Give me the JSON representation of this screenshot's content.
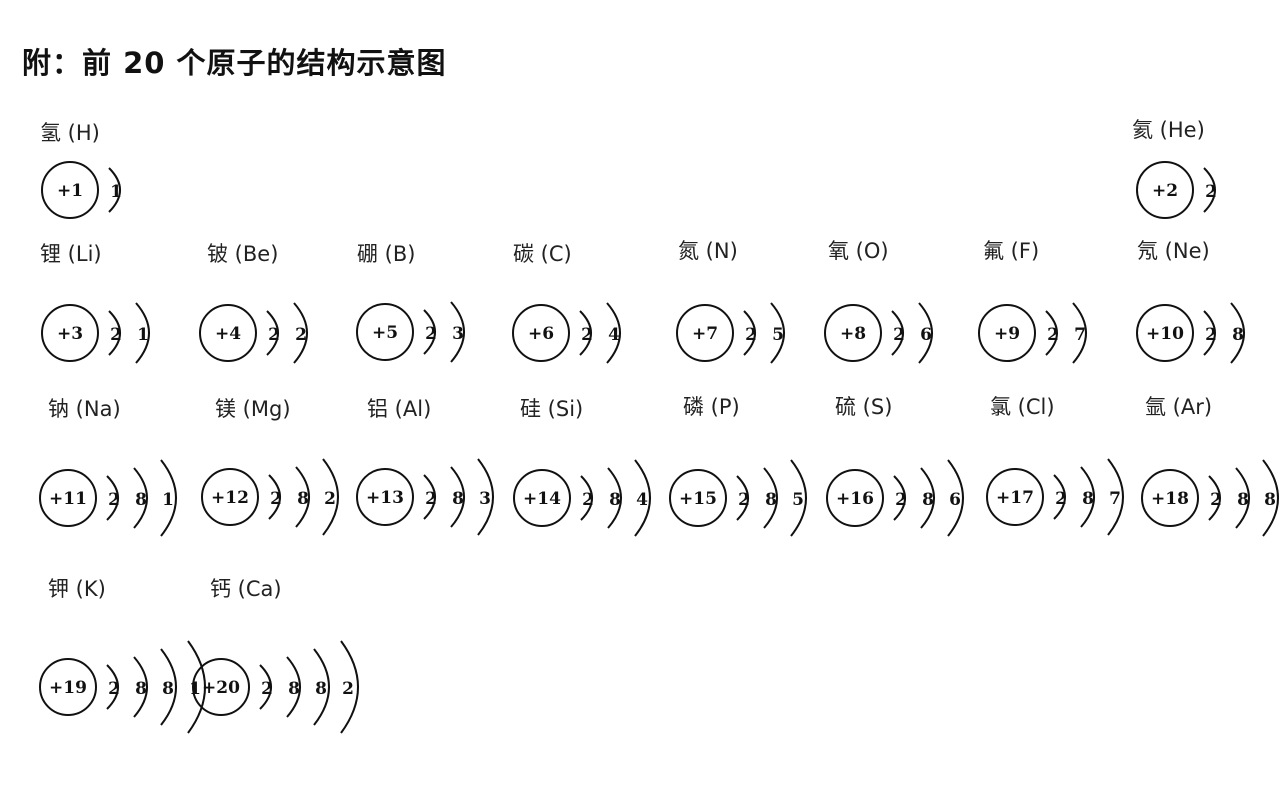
{
  "title": "附：前 20 个原子的结构示意图",
  "atoms": [
    {
      "label": "氢 (H)",
      "charge": "+1",
      "shells": [
        "1"
      ]
    },
    {
      "label": "氦 (He)",
      "charge": "+2",
      "shells": [
        "2"
      ]
    },
    {
      "label": "锂 (Li)",
      "charge": "+3",
      "shells": [
        "2",
        "1"
      ]
    },
    {
      "label": "铍 (Be)",
      "charge": "+4",
      "shells": [
        "2",
        "2"
      ]
    },
    {
      "label": "硼 (B)",
      "charge": "+5",
      "shells": [
        "2",
        "3"
      ]
    },
    {
      "label": "碳 (C)",
      "charge": "+6",
      "shells": [
        "2",
        "4"
      ]
    },
    {
      "label": "氮 (N)",
      "charge": "+7",
      "shells": [
        "2",
        "5"
      ]
    },
    {
      "label": "氧 (O)",
      "charge": "+8",
      "shells": [
        "2",
        "6"
      ]
    },
    {
      "label": "氟 (F)",
      "charge": "+9",
      "shells": [
        "2",
        "7"
      ]
    },
    {
      "label": "氖 (Ne)",
      "charge": "+10",
      "shells": [
        "2",
        "8"
      ]
    },
    {
      "label": "钠 (Na)",
      "charge": "+11",
      "shells": [
        "2",
        "8",
        "1"
      ]
    },
    {
      "label": "镁 (Mg)",
      "charge": "+12",
      "shells": [
        "2",
        "8",
        "2"
      ]
    },
    {
      "label": "铝 (Al)",
      "charge": "+13",
      "shells": [
        "2",
        "8",
        "3"
      ]
    },
    {
      "label": "硅 (Si)",
      "charge": "+14",
      "shells": [
        "2",
        "8",
        "4"
      ]
    },
    {
      "label": "磷 (P)",
      "charge": "+15",
      "shells": [
        "2",
        "8",
        "5"
      ]
    },
    {
      "label": "硫 (S)",
      "charge": "+16",
      "shells": [
        "2",
        "8",
        "6"
      ]
    },
    {
      "label": "氯 (Cl)",
      "charge": "+17",
      "shells": [
        "2",
        "8",
        "7"
      ]
    },
    {
      "label": "氩 (Ar)",
      "charge": "+18",
      "shells": [
        "2",
        "8",
        "8"
      ]
    },
    {
      "label": "钾 (K)",
      "charge": "+19",
      "shells": [
        "2",
        "8",
        "8",
        "1"
      ]
    },
    {
      "label": "钙 (Ca)",
      "charge": "+20",
      "shells": [
        "2",
        "8",
        "8",
        "2"
      ]
    }
  ]
}
